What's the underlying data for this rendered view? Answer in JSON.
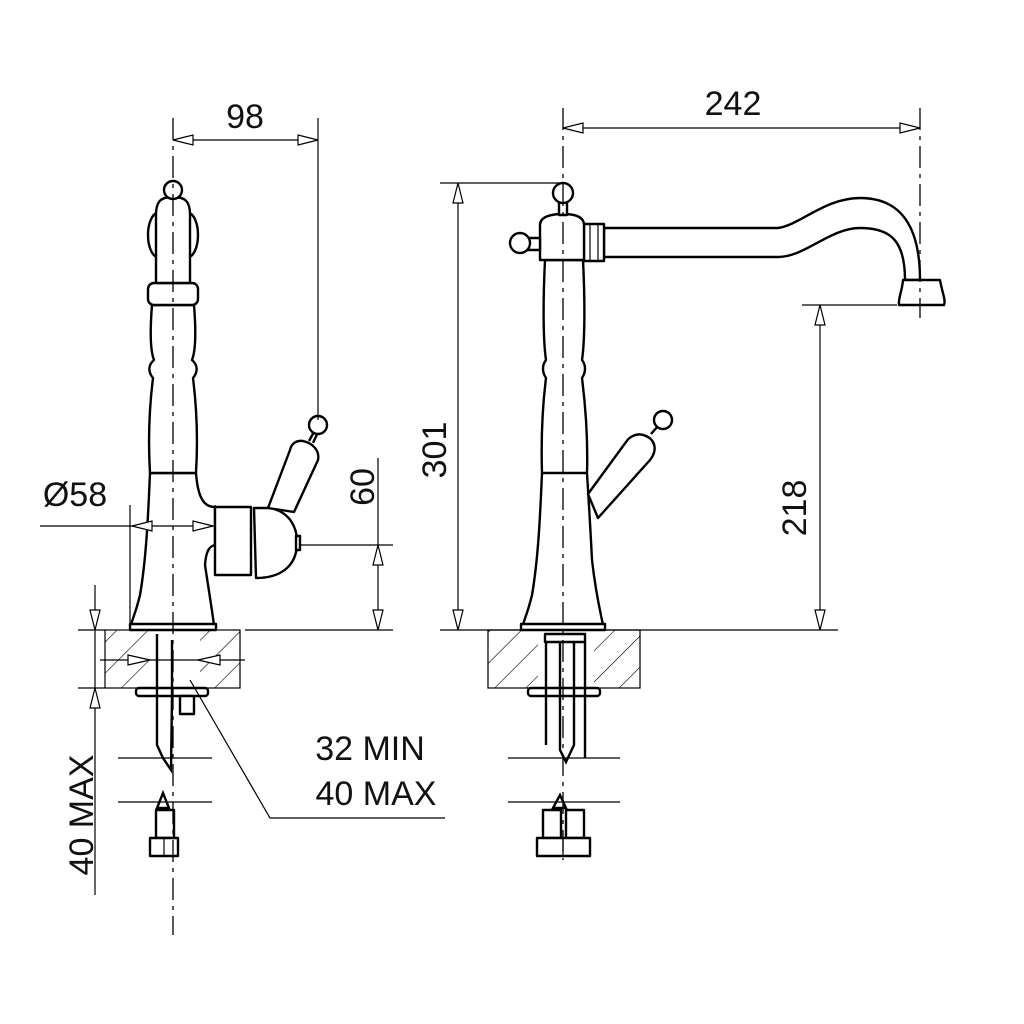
{
  "dimensions": {
    "spout_projection_side": "98",
    "spout_reach": "242",
    "overall_height": "301",
    "spout_clearance": "218",
    "base_diameter": "Ø58",
    "lever_axis_height": "60",
    "counter_max_thickness": "40 MAX",
    "hole_min": "32 MIN",
    "hole_max": "40 MAX"
  },
  "colors": {
    "line": "#000000",
    "background": "#ffffff"
  }
}
